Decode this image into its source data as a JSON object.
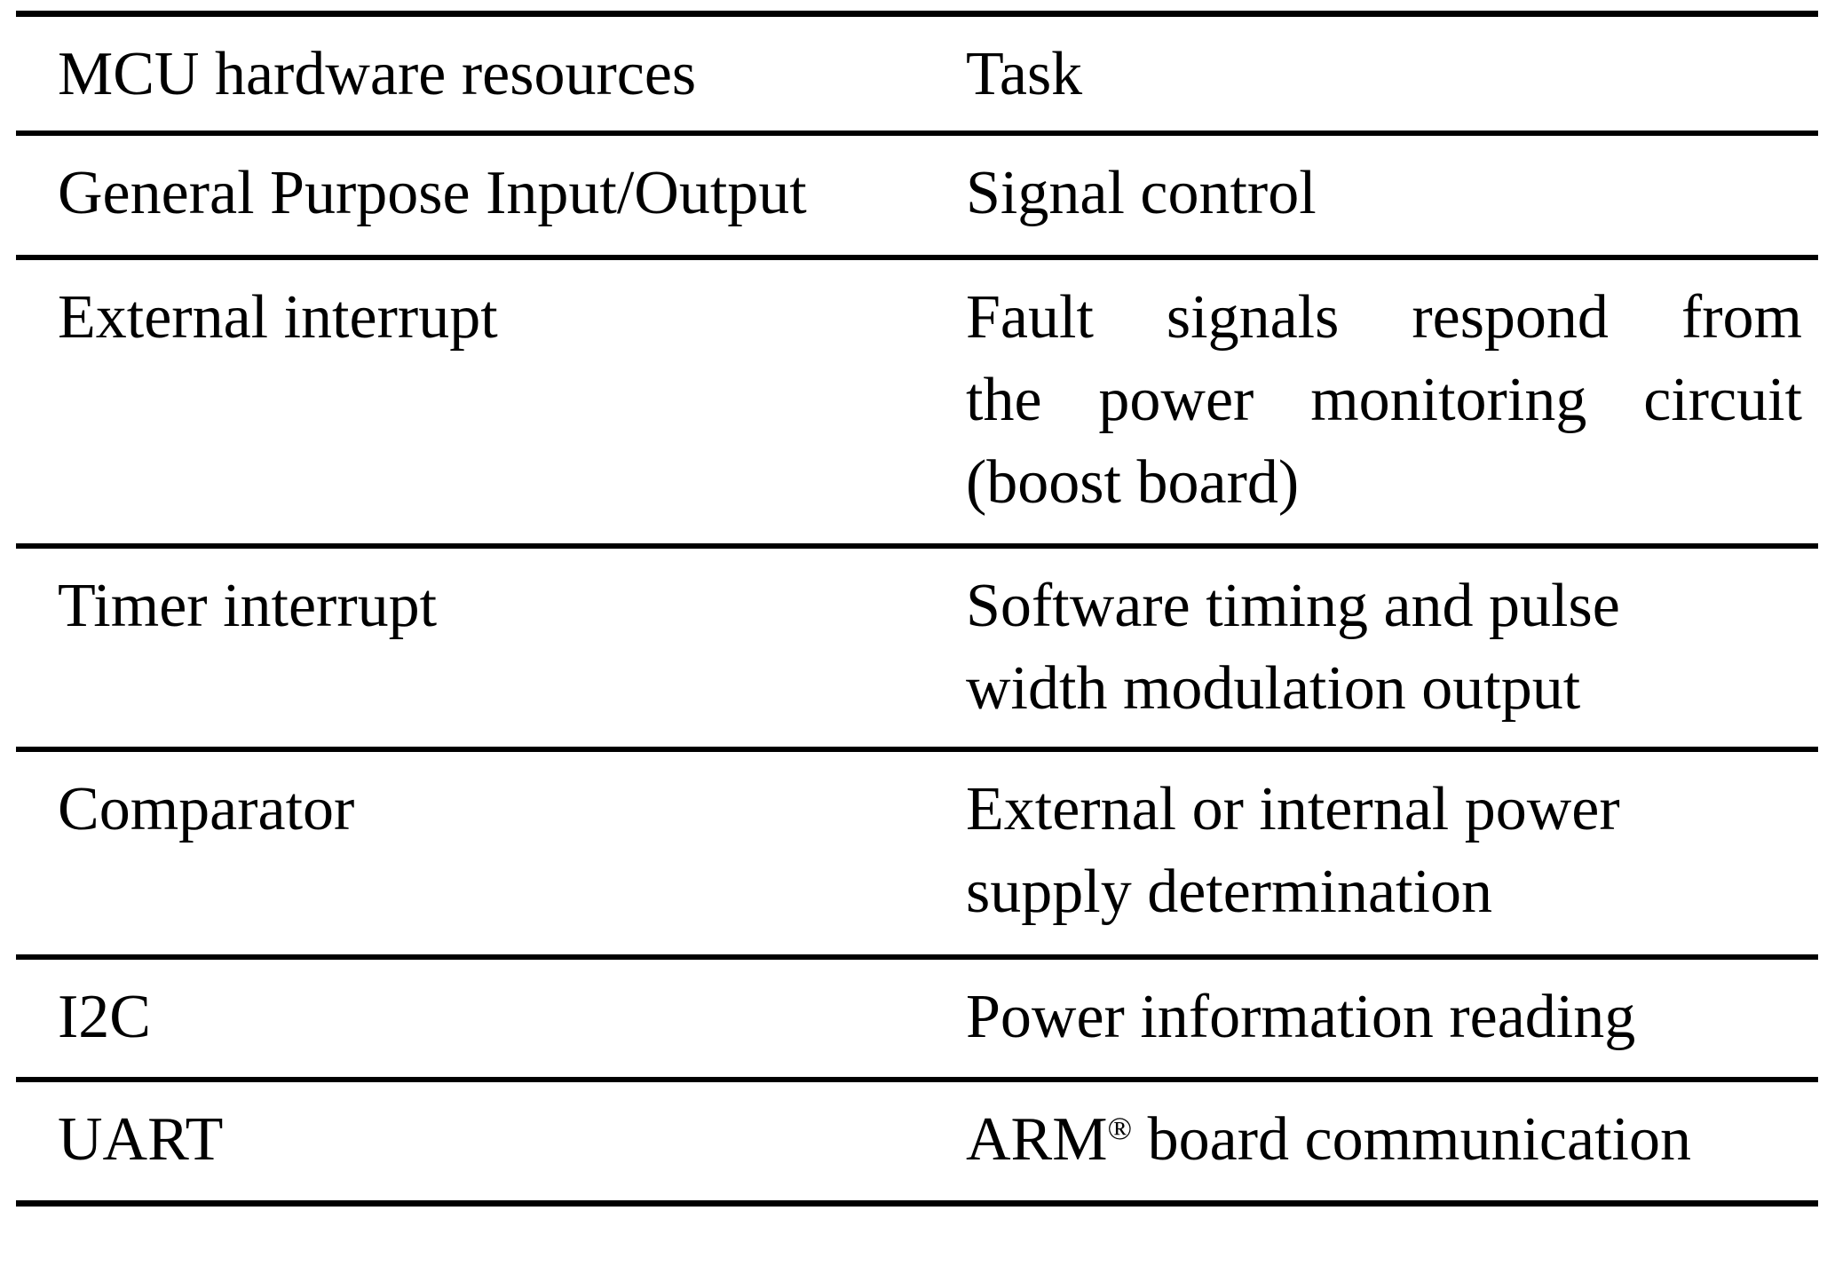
{
  "table": {
    "background": "#ffffff",
    "rule_color": "#000000",
    "text_color": "#000000",
    "columns": [
      "MCU hardware resources",
      "Task"
    ],
    "rows": [
      {
        "resource": "General Purpose Input/Output",
        "task": "Signal control"
      },
      {
        "resource": "External interrupt",
        "task_lines": [
          "Fault signals respond from",
          "the power monitoring circuit",
          "(boost board)"
        ]
      },
      {
        "resource": "Timer interrupt",
        "task_lines": [
          "Software timing and pulse",
          "width modulation output"
        ]
      },
      {
        "resource": "Comparator",
        "task_lines": [
          "External or internal power",
          "supply determination"
        ]
      },
      {
        "resource": "I2C",
        "task": "Power information reading"
      },
      {
        "resource": "UART",
        "task_brand": "ARM",
        "task_reg": "®",
        "task_rest": " board communication"
      }
    ]
  }
}
